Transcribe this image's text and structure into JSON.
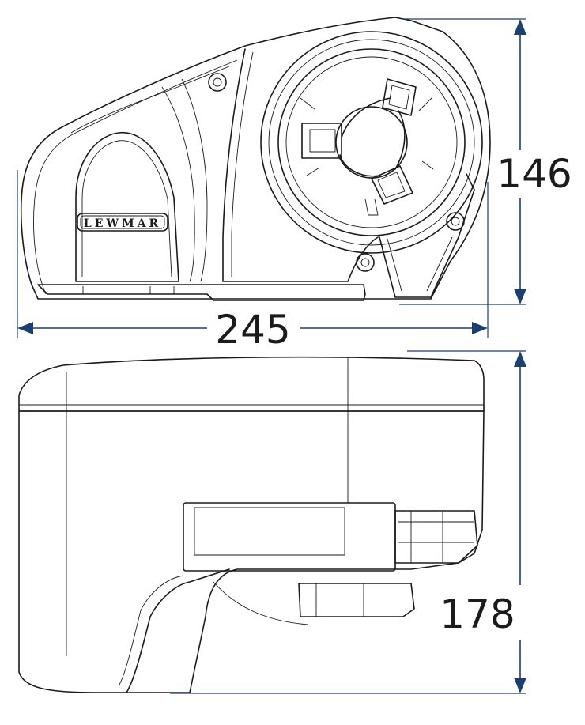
{
  "drawing": {
    "brand_label": "LEWMAR",
    "dimensions": {
      "height_top": "146",
      "width": "245",
      "height_bottom": "178"
    },
    "colors": {
      "outline": "#1b1b1b",
      "dimension_line": "#1b3f73",
      "background": "#ffffff"
    }
  }
}
